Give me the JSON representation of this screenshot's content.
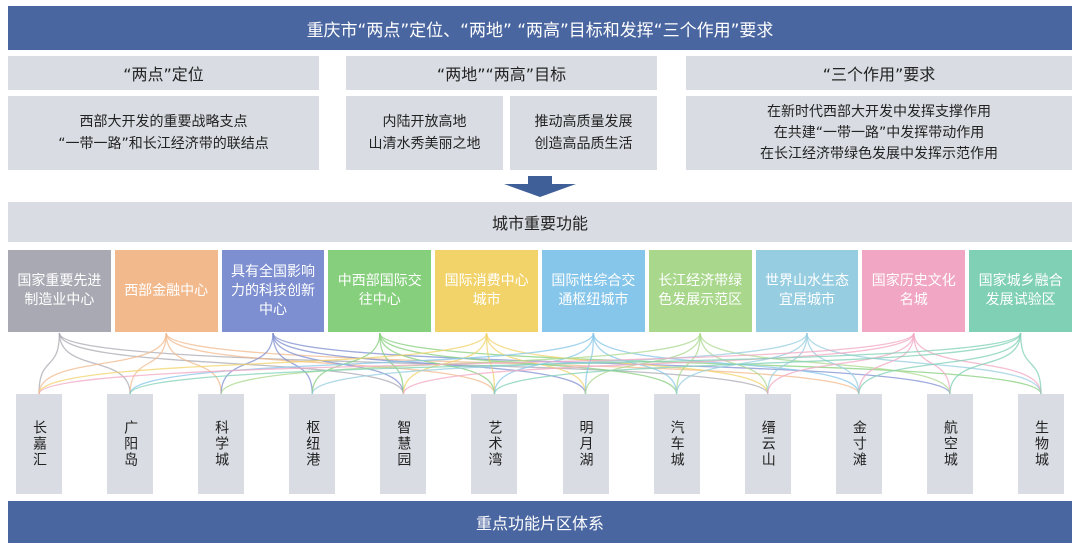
{
  "title": "重庆市“两点”定位、“两地” “两高”目标和发挥“三个作用”要求",
  "positioning": {
    "header": "“两点”定位",
    "lines": [
      "西部大开发的重要战略支点",
      "“一带一路”和长江经济带的联结点"
    ]
  },
  "goals": {
    "header": "“两地”“两高”目标",
    "left_lines": [
      "内陆开放高地",
      "山清水秀美丽之地"
    ],
    "right_lines": [
      "推动高质量发展",
      "创造高品质生活"
    ]
  },
  "roles": {
    "header": "“三个作用”要求",
    "lines": [
      "在新时代西部大开发中发挥支撑作用",
      "在共建“一带一路”中发挥带动作用",
      "在长江经济带绿色发展中发挥示范作用"
    ]
  },
  "arrow_icon": "down-arrow-icon",
  "functions_header": "城市重要功能",
  "functions": [
    {
      "label": "国家重要先进制造业中心",
      "color": "#a9a9b3"
    },
    {
      "label": "西部金融中心",
      "color": "#f2b98d"
    },
    {
      "label": "具有全国影响力的科技创新中心",
      "color": "#7d8fd0"
    },
    {
      "label": "中西部国际交往中心",
      "color": "#86cf7c"
    },
    {
      "label": "国际消费中心城市",
      "color": "#f2d36a"
    },
    {
      "label": "国际性综合交通枢纽城市",
      "color": "#86c6ea"
    },
    {
      "label": "长江经济带绿色发展示范区",
      "color": "#a9d88d"
    },
    {
      "label": "世界山水生态宜居城市",
      "color": "#96cde0"
    },
    {
      "label": "国家历史文化名城",
      "color": "#f1a7c3"
    },
    {
      "label": "国家城乡融合发展试验区",
      "color": "#7fd0b5"
    }
  ],
  "areas": [
    "长嘉汇",
    "广阳岛",
    "科学城",
    "枢纽港",
    "智慧园",
    "艺术湾",
    "明月湖",
    "汽车城",
    "缙云山",
    "金寸滩",
    "航空城",
    "生物城"
  ],
  "footer": "重点功能片区体系"
}
